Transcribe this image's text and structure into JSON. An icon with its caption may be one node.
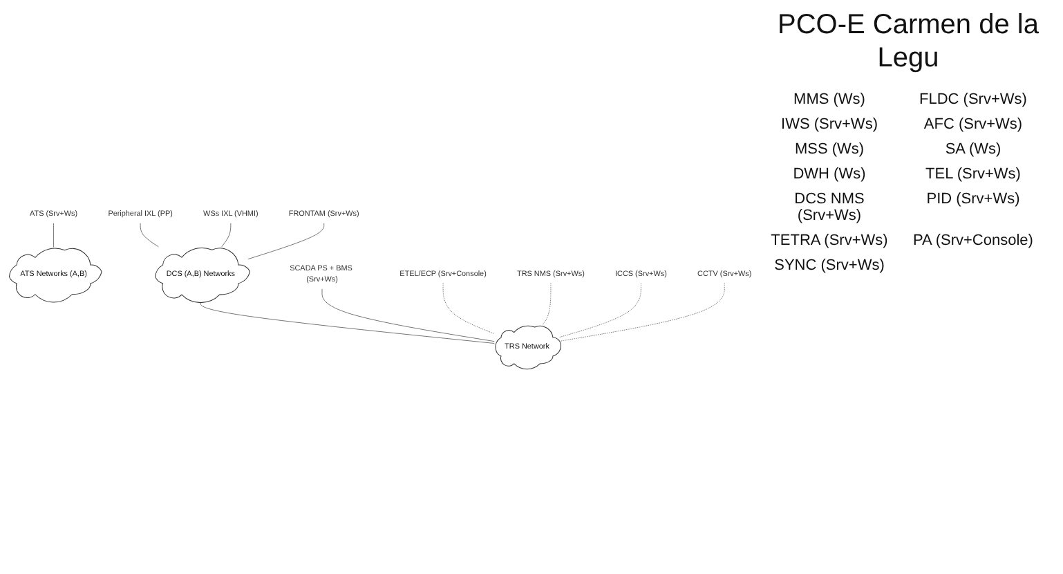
{
  "diagram": {
    "title": "PCO-E Carmen de la Legu",
    "nodes": [
      {
        "text": [
          "ATS (Srv+Ws)"
        ]
      },
      {
        "text": [
          "ATS Networks (A,B)"
        ]
      },
      {
        "text": [
          "Peripheral IXL (PP)"
        ]
      },
      {
        "text": [
          "WSs IXL (VHMI)"
        ]
      },
      {
        "text": [
          "DCS (A,B) Networks"
        ]
      },
      {
        "text": [
          "SCADA PS + BMS (Srv+Ws)"
        ]
      },
      {
        "text": [
          "TRS Network"
        ]
      },
      {
        "text": [
          "ETEL/ECP (Srv+Console)"
        ]
      },
      {
        "text": [
          "TRS NMS (Srv+Ws)"
        ]
      },
      {
        "text": [
          "ICCS (Srv+Ws)"
        ]
      },
      {
        "text": [
          "FRONTAM (Srv+Ws)"
        ]
      },
      {
        "text": [
          "CCTV (Srv+Ws)"
        ]
      }
    ],
    "edges": [
      {
        "from": 0,
        "to": 1,
        "arrow": "none"
      },
      {
        "from": 2,
        "to": 4,
        "arrow": "none"
      },
      {
        "from": 3,
        "to": 4,
        "arrow": "none"
      },
      {
        "from": 4,
        "to": 6,
        "arrow": "none"
      },
      {
        "from": 5,
        "to": 6,
        "arrow": "none"
      },
      {
        "from": 7,
        "to": 6,
        "arrow": "none",
        "style": "dashed"
      },
      {
        "from": 8,
        "to": 6,
        "arrow": "none",
        "style": "dashed"
      },
      {
        "from": 9,
        "to": 6,
        "arrow": "none",
        "style": "dashed"
      },
      {
        "from": 10,
        "to": 4,
        "arrow": "none"
      },
      {
        "from": 11,
        "to": 6,
        "arrow": "none",
        "style": "dashed"
      }
    ],
    "labels": [
      "MMS (Ws)",
      "FLDC (Srv+Ws)",
      "IWS (Srv+Ws)",
      "AFC (Srv+Ws)",
      "MSS (Ws)",
      "SA (Ws)",
      "DWH (Ws)",
      "TEL (Srv+Ws)",
      "DCS NMS (Srv+Ws)",
      "PID (Srv+Ws)",
      "TETRA (Srv+Ws)",
      "PA (Srv+Console)",
      "SYNC (Srv+Ws)"
    ]
  }
}
